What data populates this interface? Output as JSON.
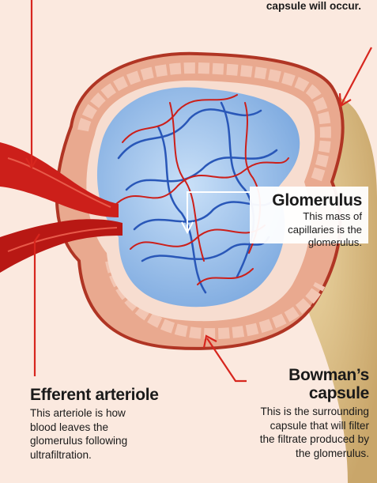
{
  "top_caption": "capsule will occur.",
  "glomerulus": {
    "title": "Glomerulus",
    "description_lines": [
      "This mass of",
      "capillaries is the",
      "glomerulus."
    ]
  },
  "efferent_arteriole": {
    "title": "Efferent arteriole",
    "description_lines": [
      "This arteriole is how",
      "blood leaves the",
      "glomerulus following",
      "ultrafiltration."
    ]
  },
  "bowmans_capsule": {
    "title_lines": [
      "Bowman’s",
      "capsule"
    ],
    "description_lines": [
      "This is the surrounding",
      "capsule that will filter",
      "the filtrate produced by",
      "the glomerulus."
    ]
  },
  "colors": {
    "background": "#fbe9df",
    "pointer_line": "#d7261e",
    "capsule_wall": "#e9a98f",
    "capsule_outer": "#b03524",
    "capillary_mass": "#9ec4ef",
    "vessel_red": "#cc1f1a",
    "tubule_tan": "#d9b97f"
  }
}
